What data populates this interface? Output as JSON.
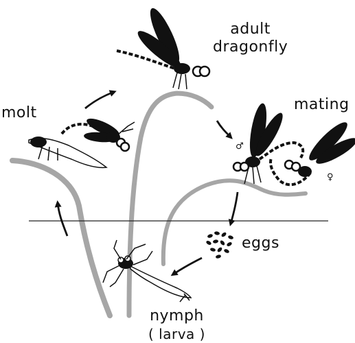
{
  "diagram": {
    "labels": {
      "adult": [
        "adult",
        "dragonfly"
      ],
      "mating": "mating",
      "molt": "molt",
      "eggs": "eggs",
      "nymph": [
        "nymph",
        "( larva )"
      ],
      "male_symbol": "♂",
      "female_symbol": "♀"
    },
    "colors": {
      "ink": "#111111",
      "stem": "#a6a6a6",
      "water_line": "#222222",
      "background": "#ffffff"
    },
    "stages": [
      "adult dragonfly",
      "mating",
      "eggs",
      "nymph (larva)",
      "molt"
    ]
  }
}
